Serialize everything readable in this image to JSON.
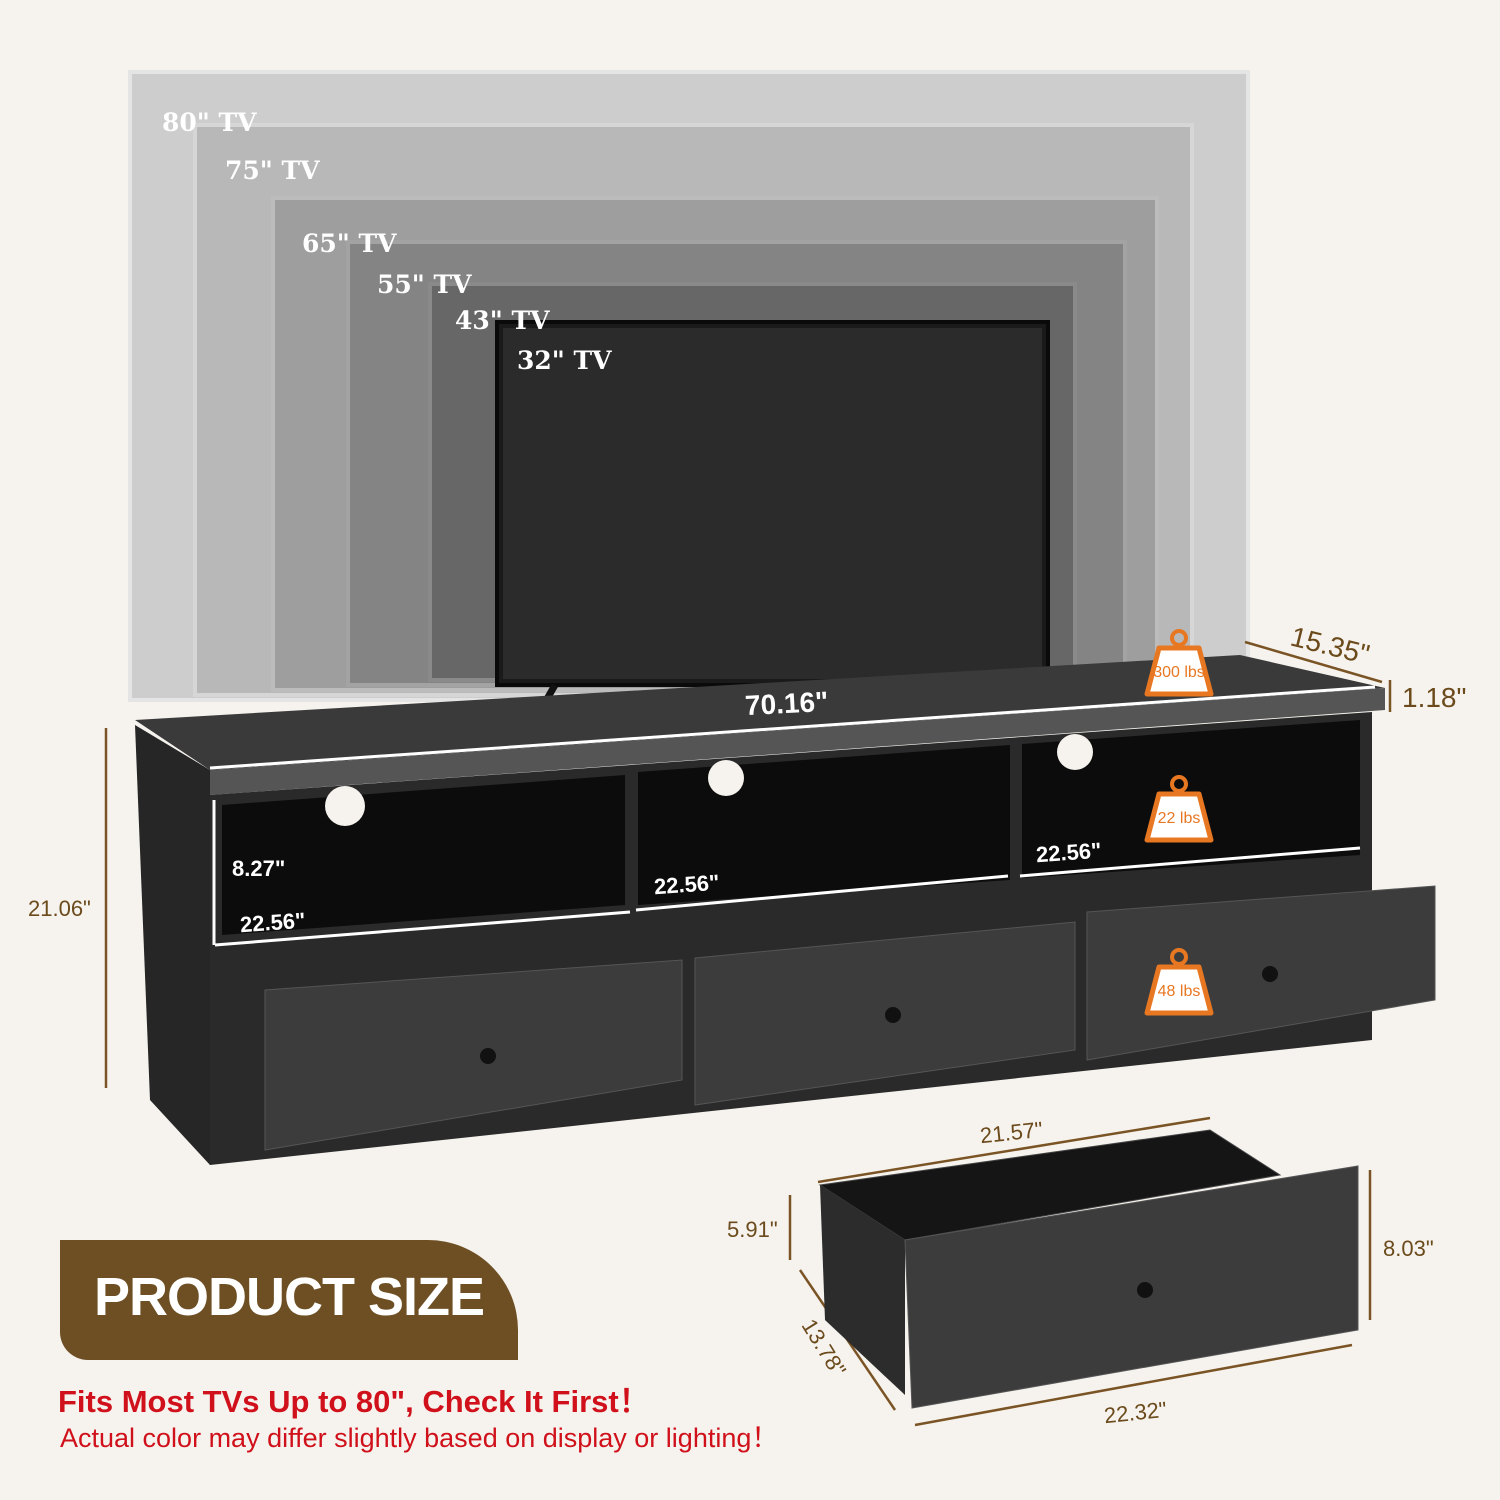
{
  "tv_sizes": [
    "80\" TV",
    "75\" TV",
    "65\" TV",
    "55\" TV",
    "43\" TV",
    "32\" TV"
  ],
  "dimensions": {
    "width": "70.16\"",
    "depth": "15.35\"",
    "top_thickness": "1.18\"",
    "height": "21.06\"",
    "shelf_height": "8.27\"",
    "shelf_width_left": "22.56\"",
    "shelf_width_middle": "22.56\"",
    "shelf_width_right": "22.56\"",
    "drawer_inner_width": "21.57\"",
    "drawer_inner_height": "5.91\"",
    "drawer_front_height": "8.03\"",
    "drawer_depth": "13.78\"",
    "drawer_front_width": "22.32\""
  },
  "weights": {
    "top": "300 lbs",
    "shelf": "22 lbs",
    "drawer": "48 lbs"
  },
  "badge": "PRODUCT SIZE",
  "notes": {
    "fit": "Fits Most TVs Up to 80\", Check It First！",
    "color": "Actual color may differ slightly based on display or lighting！"
  },
  "colors": {
    "brand_brown": "#6e4f24",
    "accent_orange": "#e87722",
    "warning_red": "#d0101a",
    "background": "#f6f3ee"
  }
}
